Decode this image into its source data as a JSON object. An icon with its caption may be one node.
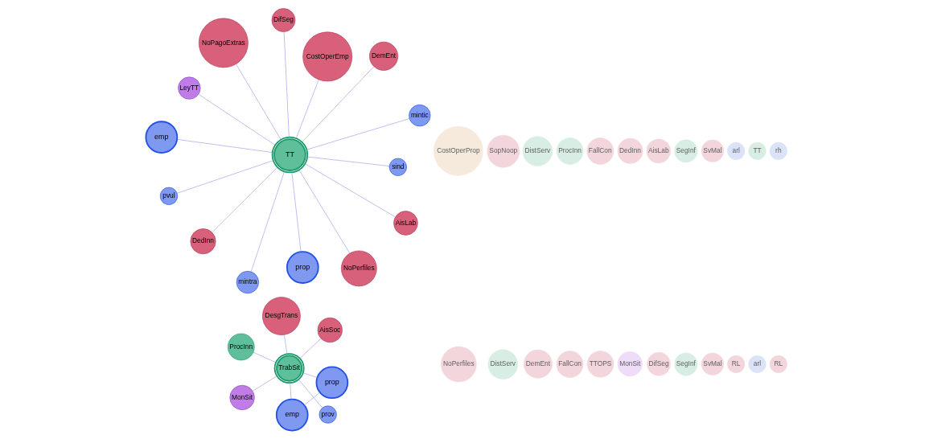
{
  "diagram": {
    "nodes": [
      {
        "text": [
          "TT"
        ]
      },
      {
        "text": [
          "sind"
        ]
      },
      {
        "text": [
          "mintra"
        ]
      },
      {
        "text": [
          "NoPagoExtras"
        ]
      },
      {
        "text": [
          "CostOperEmp"
        ]
      },
      {
        "text": [
          "LeyTT"
        ]
      },
      {
        "text": [
          "pvul"
        ]
      },
      {
        "text": [
          "AisLab"
        ]
      },
      {
        "text": [
          "DedInn"
        ]
      },
      {
        "text": [
          "NoPerfiles"
        ]
      },
      {
        "text": [
          "prop"
        ]
      },
      {
        "text": [
          "emp"
        ]
      },
      {
        "text": [
          "mintic"
        ]
      },
      {
        "text": [
          "DemEnt"
        ]
      },
      {
        "text": [
          "DifSeg"
        ]
      },
      {
        "text": [
          "CostOperProp"
        ]
      },
      {
        "text": [
          "TTOPS"
        ]
      },
      {
        "text": [
          "arl"
        ]
      },
      {
        "text": [
          "RL"
        ]
      },
      {
        "text": [
          "ProcInn"
        ]
      },
      {
        "text": [
          "MonSit"
        ]
      },
      {
        "text": [
          "FallCon"
        ]
      },
      {
        "text": [
          "DistServ"
        ]
      },
      {
        "text": [
          "SegInf"
        ]
      },
      {
        "text": [
          "SvMal"
        ]
      },
      {
        "text": [
          "TrabSit"
        ]
      },
      {
        "text": [
          "prop"
        ]
      },
      {
        "text": [
          "emp"
        ]
      },
      {
        "text": [
          "ProcInn"
        ]
      },
      {
        "text": [
          "AisSoc"
        ]
      },
      {
        "text": [
          "DesgTrans"
        ]
      },
      {
        "text": [
          "MonSit"
        ]
      },
      {
        "text": [
          "prov"
        ]
      },
      {
        "text": [
          "TT"
        ]
      },
      {
        "text": [
          "AisLab"
        ]
      },
      {
        "text": [
          "arl"
        ]
      },
      {
        "text": [
          "rh"
        ]
      },
      {
        "text": [
          "DedInn"
        ]
      },
      {
        "text": [
          "NoPerfiles"
        ]
      },
      {
        "text": [
          "RL"
        ]
      },
      {
        "text": [
          "DemEnt"
        ]
      },
      {
        "text": [
          "DifSeg"
        ]
      },
      {
        "text": [
          "FallCon"
        ]
      },
      {
        "text": [
          "DistServ"
        ]
      },
      {
        "text": [
          "SegInf"
        ]
      },
      {
        "text": [
          "SvMal"
        ]
      },
      {
        "text": [
          "SopNoop"
        ]
      }
    ],
    "edges": [
      {
        "from": 0,
        "to": 1,
        "arrow": "none"
      },
      {
        "from": 0,
        "to": 2,
        "arrow": "none"
      },
      {
        "from": 0,
        "to": 3,
        "arrow": "none"
      },
      {
        "from": 0,
        "to": 4,
        "arrow": "none"
      },
      {
        "from": 0,
        "to": 5,
        "arrow": "none"
      },
      {
        "from": 0,
        "to": 6,
        "arrow": "none"
      },
      {
        "from": 0,
        "to": 7,
        "arrow": "none"
      },
      {
        "from": 0,
        "to": 8,
        "arrow": "none"
      },
      {
        "from": 0,
        "to": 9,
        "arrow": "none"
      },
      {
        "from": 0,
        "to": 10,
        "arrow": "none"
      },
      {
        "from": 0,
        "to": 11,
        "arrow": "none"
      },
      {
        "from": 0,
        "to": 12,
        "arrow": "none"
      },
      {
        "from": 0,
        "to": 13,
        "arrow": "none"
      },
      {
        "from": 0,
        "to": 14,
        "arrow": "none"
      },
      {
        "from": 25,
        "to": 26,
        "arrow": "none"
      },
      {
        "from": 25,
        "to": 27,
        "arrow": "none"
      },
      {
        "from": 25,
        "to": 28,
        "arrow": "none"
      },
      {
        "from": 25,
        "to": 29,
        "arrow": "none"
      },
      {
        "from": 25,
        "to": 30,
        "arrow": "none"
      },
      {
        "from": 25,
        "to": 31,
        "arrow": "none"
      },
      {
        "from": 25,
        "to": 32,
        "arrow": "none"
      },
      {
        "from": 26,
        "to": 27,
        "arrow": "none"
      }
    ]
  }
}
